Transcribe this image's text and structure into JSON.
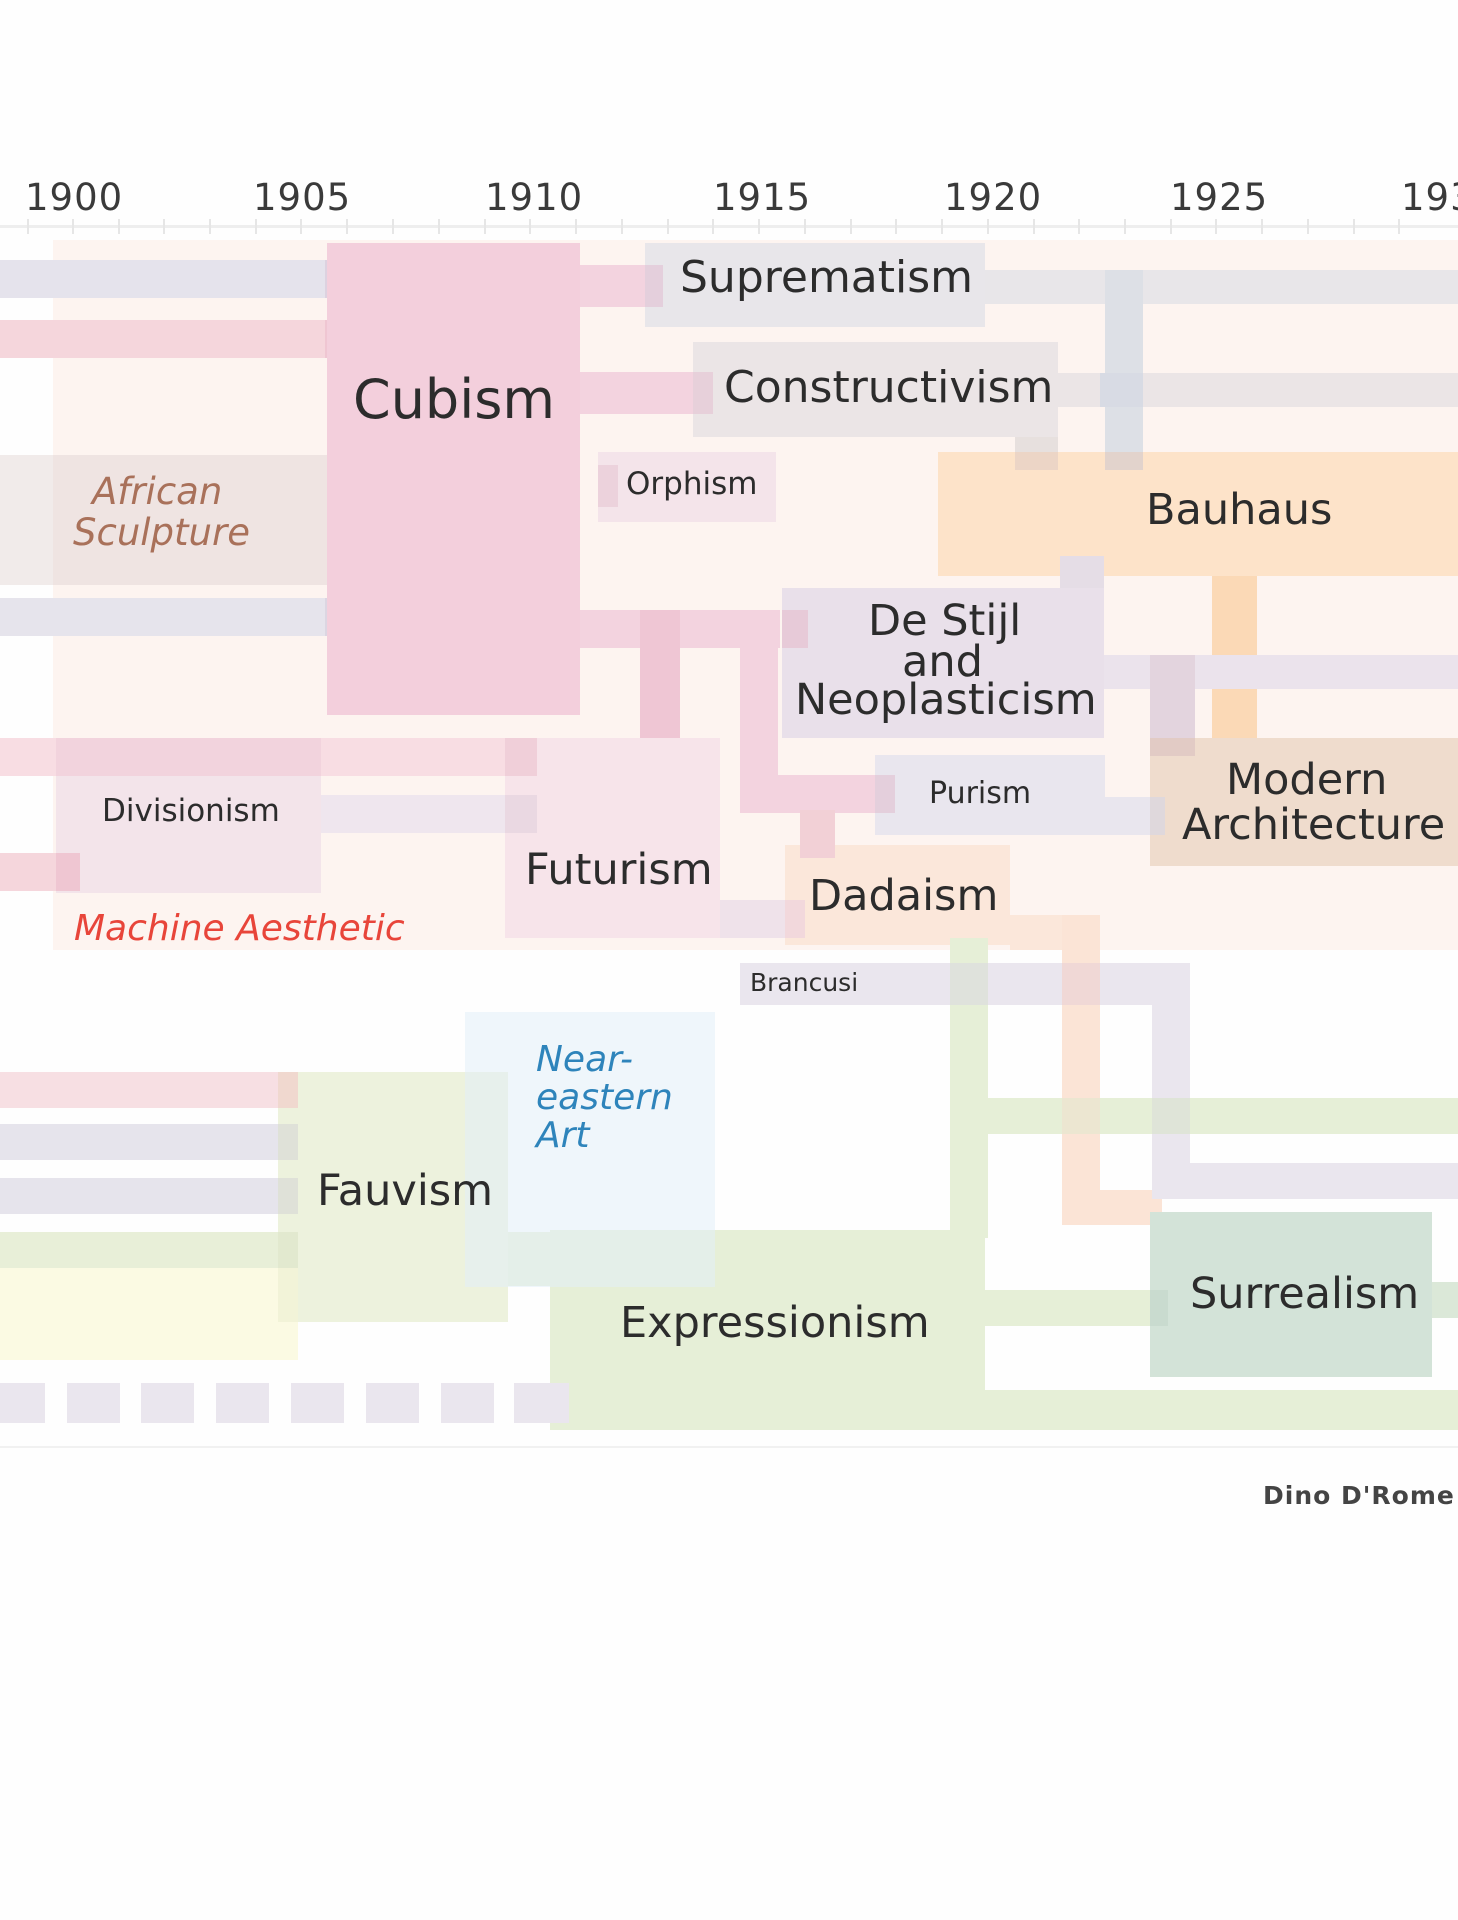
{
  "axis": {
    "years": [
      "1900",
      "1905",
      "1910",
      "1915",
      "1920",
      "1925",
      "193"
    ]
  },
  "movements": {
    "suprematism": "Suprematism",
    "cubism": "Cubism",
    "constructivism": "Constructivism",
    "african_sculpture_line1": "African",
    "african_sculpture_line2": "Sculpture",
    "orphism": "Orphism",
    "bauhaus": "Bauhaus",
    "de_stijl_line1": "De Stijl",
    "de_stijl_line2": "and",
    "de_stijl_line3": "Neoplasticism",
    "purism": "Purism",
    "modern_architecture_line1": "Modern",
    "modern_architecture_line2": "Architecture",
    "divisionism": "Divisionism",
    "futurism": "Futurism",
    "dadaism": "Dadaism",
    "machine_aesthetic": "Machine Aesthetic",
    "brancusi": "Brancusi",
    "near_eastern_line1": "Near-",
    "near_eastern_line2": "eastern",
    "near_eastern_line3": "Art",
    "fauvism": "Fauvism",
    "expressionism": "Expressionism",
    "surrealism": "Surrealism"
  },
  "credit": "Dino D'Rome",
  "colors": {
    "background": "#fefefe",
    "zone": "#fdf4f0",
    "pink": "#f3cfdc",
    "pink_strong": "#efbfd0",
    "gray_lav": "#e6e4ec",
    "lavender": "#ebe3ec",
    "orange": "#fde2c8",
    "peach": "#fbe7da",
    "green": "#e6efd7",
    "teal": "#d1e3d8",
    "sky": "#edf5fa",
    "yellow": "#fbfae3",
    "african_text": "#a9715a",
    "machine_text": "#e8453a",
    "near_eastern_text": "#2e84bb"
  }
}
